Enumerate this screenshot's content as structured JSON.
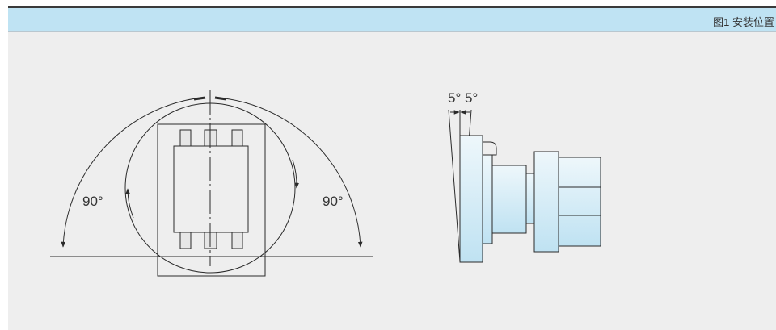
{
  "figure": {
    "caption": "图1 安装位置",
    "left_angle_label": "90°",
    "right_angle_label": "90°",
    "tilt_left_label": "5°",
    "tilt_right_label": "5°"
  },
  "colors": {
    "header_bg": "#bfe3f3",
    "panel_bg": "#eeeeee",
    "line": "#2a2a2a",
    "part_fill": "#cfe8f4"
  }
}
